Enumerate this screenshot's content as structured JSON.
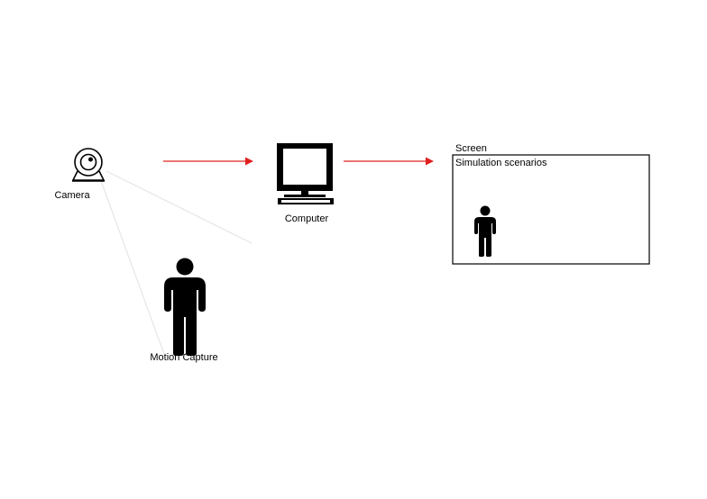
{
  "diagram": {
    "nodes": {
      "camera": {
        "label": "Camera",
        "icon": "webcam-icon"
      },
      "computer": {
        "label": "Computer",
        "icon": "monitor-icon"
      },
      "motion_capture": {
        "label": "Motion Capture",
        "icon": "person-icon"
      },
      "screen": {
        "label": "Screen",
        "icon": "screen-frame"
      },
      "simulation": {
        "label": "Simulation scenarios",
        "icon": "person-icon"
      }
    },
    "edges": [
      {
        "from": "camera",
        "to": "computer",
        "style": "arrow"
      },
      {
        "from": "computer",
        "to": "screen",
        "style": "arrow"
      },
      {
        "from": "camera",
        "to": "motion_capture",
        "style": "view-cone"
      }
    ],
    "colors": {
      "arrow": "#e02020",
      "icon": "#000000",
      "view_cone": "#e6e6e6",
      "background": "#ffffff"
    }
  }
}
